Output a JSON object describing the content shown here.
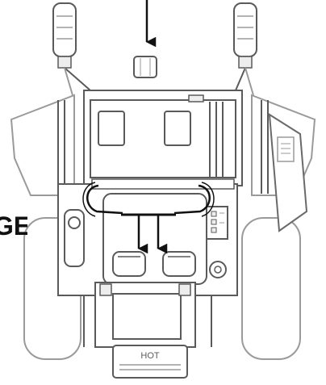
{
  "diagram": {
    "labels": {
      "partial_left_text": "GE",
      "hot_label": "HOT"
    },
    "colors": {
      "outline": "#5a5a5a",
      "light_outline": "#9a9a9a",
      "fill": "#ffffff",
      "shade": "#ededed",
      "black": "#111111"
    },
    "icons": [
      "down-arrow-icon",
      "hose-path",
      "caster-wheel",
      "drive-wheel"
    ]
  }
}
